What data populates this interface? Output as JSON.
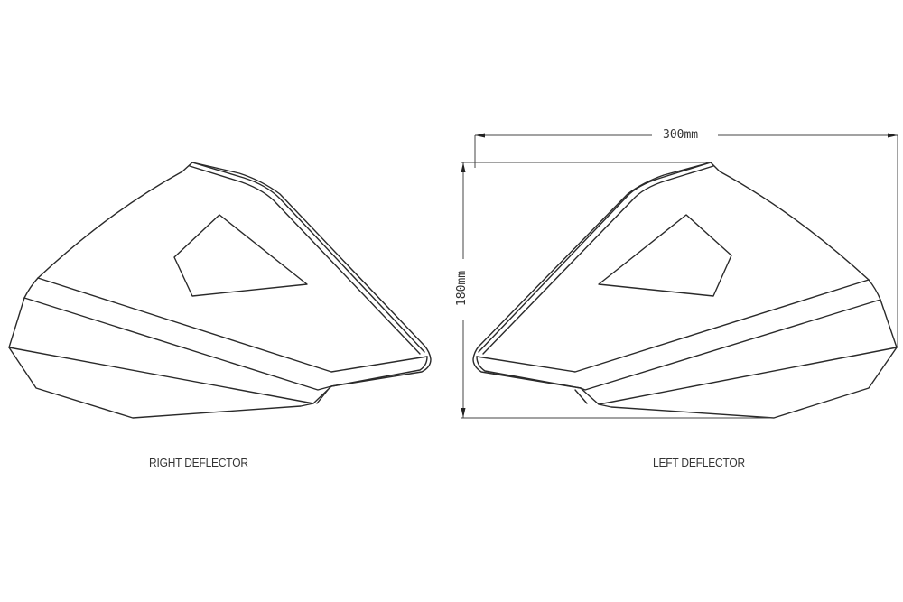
{
  "drawing": {
    "right_deflector": {
      "label": "RIGHT DEFLECTOR"
    },
    "left_deflector": {
      "label": "LEFT DEFLECTOR"
    },
    "dimensions": {
      "width": "300mm",
      "height": "180mm"
    },
    "line_color": "#2a2a2a",
    "background": "#ffffff"
  }
}
